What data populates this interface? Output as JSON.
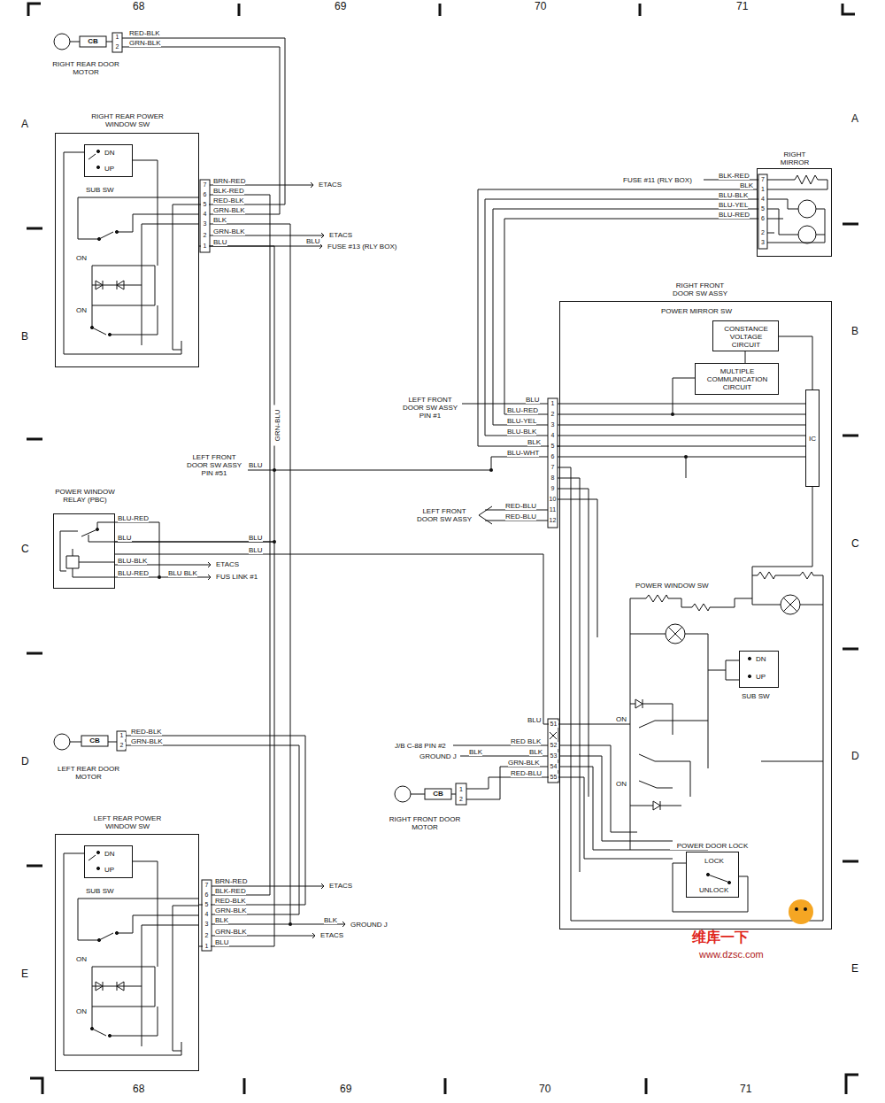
{
  "diagram": {
    "nodes": [
      {
        "text": [
          "CB",
          "RIGHT REAR DOOR MOTOR"
        ]
      },
      {
        "text": [
          "RIGHT REAR POWER WINDOW SW"
        ]
      },
      {
        "text": [
          "DN",
          "UP",
          "SUB SW"
        ],
        "in": 1
      },
      {
        "text": [
          "RIGHT MIRROR"
        ]
      },
      {
        "text": [
          "RIGHT FRONT DOOR SW ASSY",
          "POWER MIRROR SW"
        ]
      },
      {
        "text": [
          "CONSTANCE VOLTAGE CIRCUIT"
        ],
        "in": 4
      },
      {
        "text": [
          "MULTIPLE COMMUNICATION CIRCUIT"
        ],
        "in": 4
      },
      {
        "text": [
          "IC"
        ],
        "in": 4
      },
      {
        "text": [
          "DN",
          "UP",
          "SUB SW"
        ],
        "in": 4
      },
      {
        "text": [
          "POWER DOOR LOCK",
          "LOCK",
          "UNLOCK"
        ],
        "in": 4
      },
      {
        "text": [
          "POWER WINDOW RELAY (PBC)"
        ]
      },
      {
        "text": [
          "CB",
          "LEFT REAR DOOR MOTOR"
        ]
      },
      {
        "text": [
          "CB",
          "RIGHT FRONT DOOR MOTOR"
        ]
      },
      {
        "text": [
          "LEFT REAR POWER WINDOW SW"
        ]
      },
      {
        "text": [
          "DN",
          "UP",
          "SUB SW"
        ],
        "in": 13
      }
    ],
    "edges": [
      {
        "from": 0,
        "to": 1,
        "arrow": "none"
      },
      {
        "from": 3,
        "to": 4,
        "arrow": "none"
      },
      {
        "from": 10,
        "to": 1,
        "arrow": "none"
      },
      {
        "from": 10,
        "to": 13,
        "arrow": "none"
      },
      {
        "from": 10,
        "to": 4,
        "arrow": "none"
      },
      {
        "from": 11,
        "to": 13,
        "arrow": "none"
      },
      {
        "from": 12,
        "to": 4,
        "arrow": "none"
      }
    ],
    "labels": [
      "68",
      "69",
      "70",
      "71",
      "A",
      "B",
      "C",
      "D",
      "E",
      "A",
      "B",
      "C",
      "D",
      "E",
      "68",
      "69",
      "70",
      "71",
      "1",
      "2",
      "RED-BLK",
      "GRN-BLK",
      "7",
      "BRN-RED",
      "6",
      "BLK-RED",
      "5",
      "RED-BLK",
      "4",
      "GRN-BLK",
      "3",
      "BLK",
      "2",
      "GRN-BLK",
      "1",
      "BLU",
      "ETACS",
      "ETACS",
      "BLU",
      "FUSE #13 (RLY BOX)",
      "ON",
      "ON",
      "GRN-BLU",
      "LEFT FRONT DOOR SW ASSY PIN #51",
      "BLU",
      "BLU-RED",
      "BLU",
      "BLU-BLK",
      "BLU-RED",
      "BLU",
      "BLU",
      "BLU BLK",
      "ETACS",
      "FUS LINK #1",
      "1",
      "2",
      "RED-BLK",
      "GRN-BLK",
      "7",
      "BRN-RED",
      "6",
      "BLK-RED",
      "5",
      "RED-BLK",
      "4",
      "GRN-BLK",
      "3",
      "BLK",
      "2",
      "GRN-BLK",
      "1",
      "BLU",
      "ETACS",
      "BLK",
      "GROUND J",
      "ETACS",
      "ON",
      "ON",
      "FUSE #11 (RLY BOX)",
      "BLK-RED",
      "BLK",
      "BLU-BLK",
      "BLU-YEL",
      "BLU-RED",
      "7",
      "1",
      "4",
      "5",
      "6",
      "2",
      "3",
      "1",
      "2",
      "3",
      "4",
      "5",
      "6",
      "7",
      "8",
      "9",
      "10",
      "11",
      "12",
      "BLU",
      "BLU-RED",
      "BLU-YEL",
      "BLU-BLK",
      "BLK",
      "BLU-WHT",
      "LEFT FRONT DOOR SW ASSY PIN #1",
      "RED-BLU",
      "RED-BLU",
      "LEFT FRONT DOOR SW ASSY",
      "POWER WINDOW SW",
      "ON",
      "ON",
      "51",
      "52",
      "53",
      "54",
      "55",
      "BLU",
      "RED BLK",
      "BLK",
      "GRN-BLK",
      "RED-BLU",
      "J/B C-88 PIN #2",
      "GROUND J",
      "BLK",
      "1",
      "2",
      "维库一下",
      "www.dzsc.com"
    ]
  }
}
